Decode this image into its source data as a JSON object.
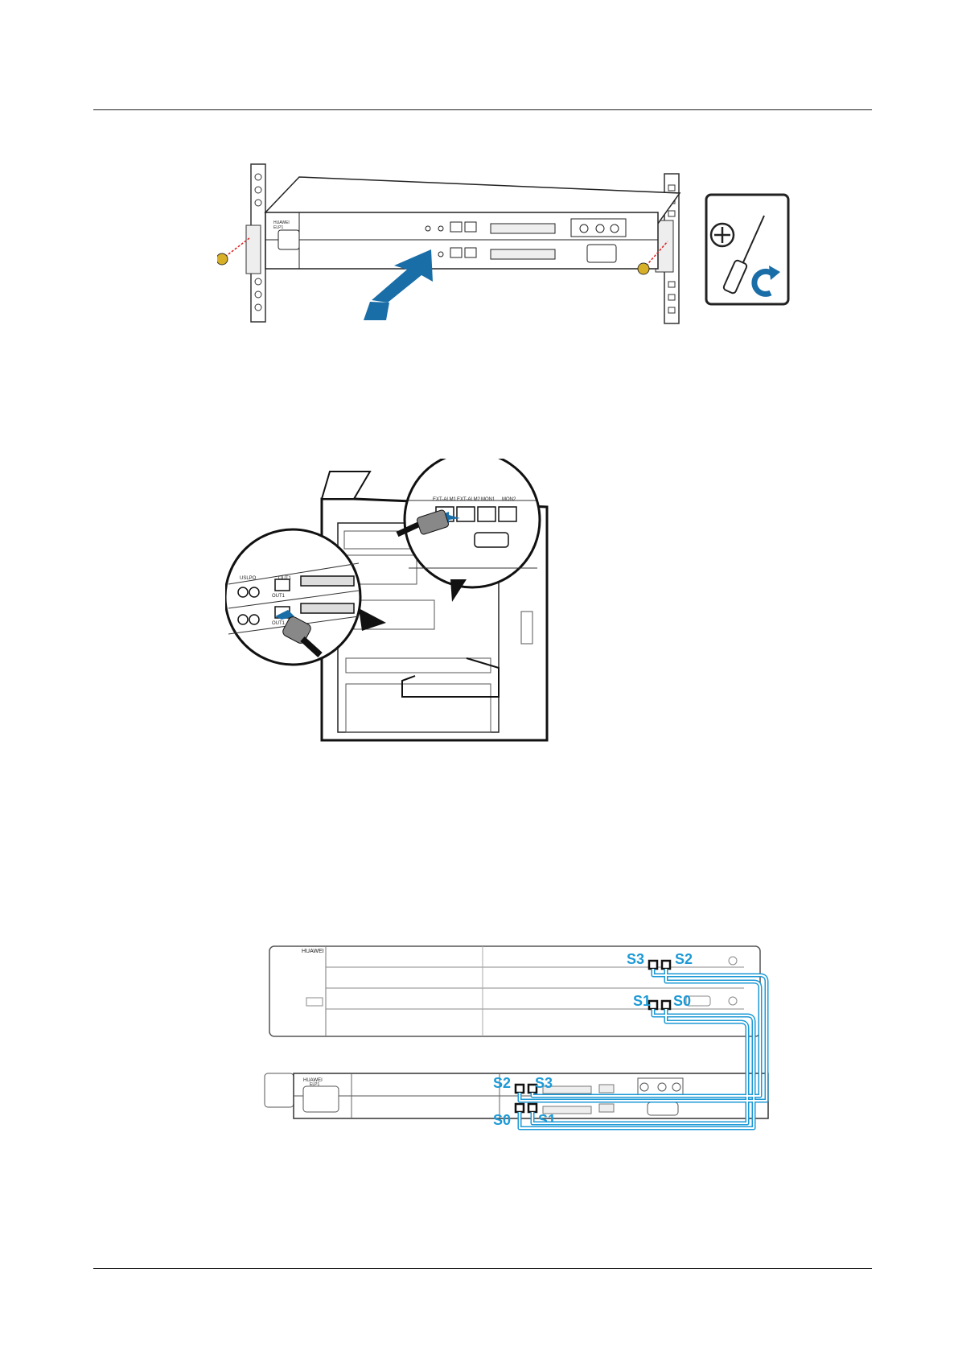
{
  "figure1": {
    "brand": "HUAWEI",
    "model": "ELP1",
    "colors": {
      "arrow": "#1a6ea8",
      "screw": "#d8b027",
      "guide": "#d22"
    }
  },
  "figure2": {
    "port_labels": [
      "EXT-ALM1",
      "EXT-ALM2",
      "MON1",
      "MON2"
    ],
    "panel_labels": [
      "USLPO",
      "OUT1",
      "OUT1",
      "OUT1"
    ],
    "colors": {
      "arrow": "#1a6ea8"
    }
  },
  "figure3": {
    "brand": "HUAWEI",
    "model": "ELP1",
    "slot_labels": {
      "top_s3": "S3",
      "top_s2": "S2",
      "top_s1": "S1",
      "top_s0": "S0",
      "bottom_s2": "S2",
      "bottom_s3": "S3",
      "bottom_s0": "S0",
      "bottom_s1": "S1"
    },
    "colors": {
      "cable": "#1d9ad6"
    }
  }
}
